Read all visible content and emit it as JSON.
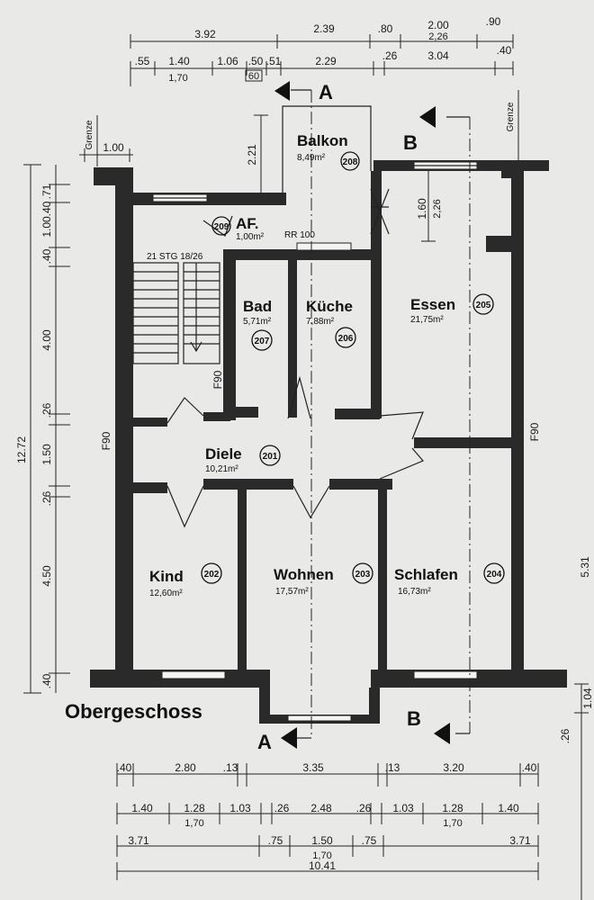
{
  "title": "Obergeschoss",
  "sections": {
    "a": "A",
    "b": "B"
  },
  "boundary_label": "Grenze",
  "wall_label": "F90",
  "stairs_label": "21 STG 18/26",
  "rr_label": "RR 100",
  "rooms": [
    {
      "name": "Balkon",
      "area": "8,49m²",
      "number": "208"
    },
    {
      "name": "AF.",
      "area": "1,00m²",
      "number": "209"
    },
    {
      "name": "Bad",
      "area": "5,71m²",
      "number": "207"
    },
    {
      "name": "Küche",
      "area": "7,88m²",
      "number": "206"
    },
    {
      "name": "Essen",
      "area": "21,75m²",
      "number": "205"
    },
    {
      "name": "Diele",
      "area": "10,21m²",
      "number": "201"
    },
    {
      "name": "Kind",
      "area": "12,60m²",
      "number": "202"
    },
    {
      "name": "Wohnen",
      "area": "17,57m²",
      "number": "203"
    },
    {
      "name": "Schlafen",
      "area": "16,73m²",
      "number": "204"
    }
  ],
  "dims_top_row1": [
    "3.92",
    "2.39",
    ".80",
    "2.00",
    ".90"
  ],
  "dims_top_row2": [
    ".55",
    "1.40",
    "1.06",
    ".50",
    ".51",
    "2.29",
    ".26",
    "3.04",
    ".40"
  ],
  "dims_top_sub": {
    "a": "1,70",
    "b": "60",
    "c": "2,26"
  },
  "dims_left": [
    "12.72",
    ".71",
    ".40",
    "1.00",
    ".40",
    "4.00",
    ".26",
    "1.50",
    ".26",
    "4.50",
    ".40"
  ],
  "dims_left_extra": {
    "grenze_width": "1.00",
    "h1": "2.21",
    "h2": "1.60",
    "h3": "2,26"
  },
  "dims_bottom_row1": [
    ".40",
    "2.80",
    ".13",
    "3.35",
    ".13",
    "3.20",
    ".40"
  ],
  "dims_bottom_row2": [
    "1.40",
    "1.28",
    "1.03",
    ".26",
    "2.48",
    ".26",
    "1.03",
    "1.28",
    "1.40"
  ],
  "dims_bottom_sub": [
    "1,70",
    "1,70"
  ],
  "dims_bottom_row3": [
    "3.71",
    ".75",
    "1.50",
    ".75",
    "3.71"
  ],
  "dims_bottom_sub2": "1,70",
  "dims_bottom_total": "10.41",
  "dims_right": [
    "1.04",
    ".26",
    "5.31"
  ]
}
